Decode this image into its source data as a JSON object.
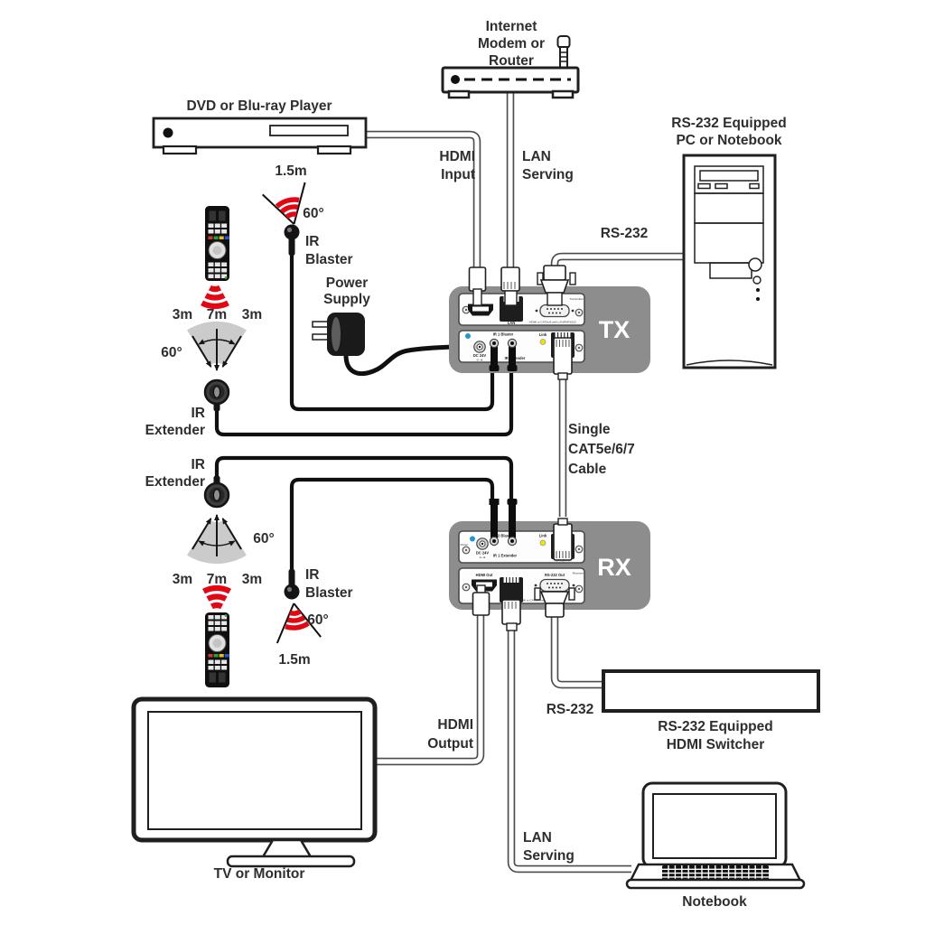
{
  "colors": {
    "ir_red": "#e30613",
    "device_gray": "#8d8d8d",
    "led_yellow": "#ede400",
    "led_blue": "#2196d3",
    "fan_gray": "#c8c8c8"
  },
  "labels": {
    "modem": [
      "Internet",
      "Modem or",
      "Router"
    ],
    "dvd": "DVD or Blu-ray Player",
    "pc": [
      "RS-232 Equipped",
      "PC or Notebook"
    ],
    "hdmi_input": [
      "HDMI",
      "Input"
    ],
    "lan_serving_top": [
      "LAN",
      "Serving"
    ],
    "rs232_top": "RS-232",
    "blaster_top": {
      "range": "1.5m",
      "angle": "60°",
      "name": [
        "IR",
        "Blaster"
      ]
    },
    "power_supply": [
      "Power",
      "Supply"
    ],
    "fan_top": {
      "left": "3m",
      "mid": "7m",
      "right": "3m",
      "angle": "60°"
    },
    "extender_top": [
      "IR",
      "Extender"
    ],
    "extender_bottom": [
      "IR",
      "Extender"
    ],
    "fan_bottom": {
      "left": "3m",
      "mid": "7m",
      "right": "3m",
      "angle": "60°"
    },
    "blaster_bottom": {
      "name": [
        "IR",
        "Blaster"
      ],
      "angle": "60°",
      "range": "1.5m"
    },
    "tx": "TX",
    "rx": "RX",
    "cat_cable": [
      "Single",
      "CAT5e/6/7",
      "Cable"
    ],
    "hdmi_output": [
      "HDMI",
      "Output"
    ],
    "rs232_bottom": "RS-232",
    "switcher": [
      "RS-232 Equipped",
      "HDMI Switcher"
    ],
    "lan_serving_bottom": [
      "LAN",
      "Serving"
    ],
    "tv": "TV or Monitor",
    "notebook": "Notebook"
  },
  "tx_panel": {
    "lan": "LAN",
    "model": "HDMI to CAT5e/6 with LAN/IR/RS232",
    "role": "Transmitter",
    "dc": "DC 24V",
    "polarity": "⊖–⊕",
    "ir_blaster": "IR 1 Blaster",
    "ir_extender": "IR Extender",
    "link": "Link",
    "cat_out": "CAT5e/6 Out"
  },
  "rx_panel": {
    "power": "Power",
    "dc": "DC 24V",
    "polarity": "⊖–⊕",
    "ir_blaster": "IR 2 Blaster",
    "ir_extender": "IR 1 Extender",
    "link": "Link",
    "cat_in": "CAT5e/6 In",
    "hdmi_out": "HDMI Out",
    "rs232_out": "RS-232 Out",
    "role": "Receiver",
    "model": "HDMI to CAT5e/6 with LAN/IR/RS232"
  }
}
